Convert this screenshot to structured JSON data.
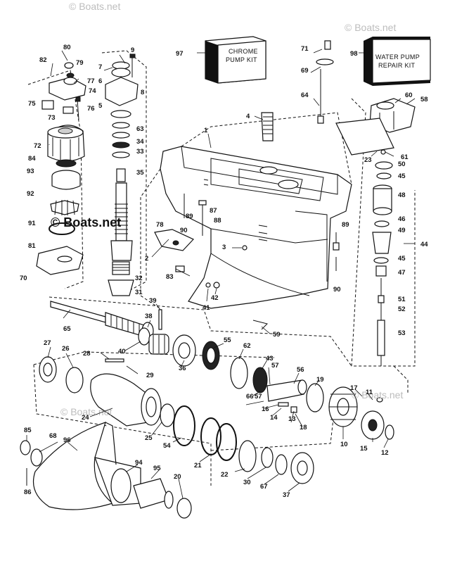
{
  "watermark": {
    "brand": "© Boats.net"
  },
  "kits": {
    "chrome": {
      "number": "97",
      "line1": "CHROME",
      "line2": "PUMP KIT"
    },
    "water": {
      "number": "98",
      "line1": "WATER PUMP",
      "line2": "REPAIR KIT"
    }
  },
  "callouts": [
    "1",
    "2",
    "4",
    "5",
    "6",
    "7",
    "8",
    "9",
    "10",
    "11",
    "12",
    "13",
    "14",
    "15",
    "16",
    "17",
    "18",
    "19",
    "20",
    "21",
    "22",
    "23",
    "24",
    "25",
    "26",
    "27",
    "28",
    "29",
    "30",
    "31",
    "32",
    "33",
    "34",
    "35",
    "36",
    "37",
    "38",
    "39",
    "40",
    "41",
    "42",
    "43",
    "44",
    "45",
    "45",
    "46",
    "47",
    "48",
    "49",
    "50",
    "51",
    "52",
    "53",
    "54",
    "55",
    "56",
    "57",
    "57",
    "58",
    "59",
    "60",
    "61",
    "62",
    "63",
    "64",
    "65",
    "66",
    "67",
    "68",
    "69",
    "70",
    "71",
    "72",
    "73",
    "74",
    "75",
    "76",
    "77",
    "78",
    "79",
    "80",
    "81",
    "82",
    "83",
    "84",
    "85",
    "86",
    "87",
    "88",
    "89",
    "89",
    "90",
    "90",
    "91",
    "92",
    "93",
    "94",
    "95",
    "96",
    "3"
  ]
}
